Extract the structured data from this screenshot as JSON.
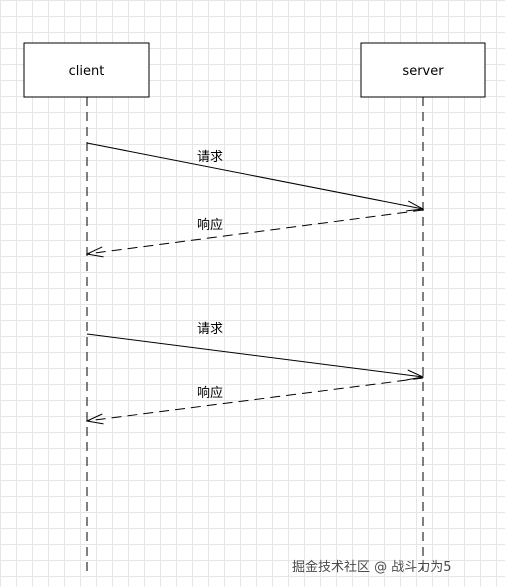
{
  "participants": [
    {
      "id": "client",
      "label": "client"
    },
    {
      "id": "server",
      "label": "server"
    }
  ],
  "messages": [
    {
      "from": "client",
      "to": "server",
      "label": "请求",
      "style": "solid"
    },
    {
      "from": "server",
      "to": "client",
      "label": "响应",
      "style": "dashed"
    },
    {
      "from": "client",
      "to": "server",
      "label": "请求",
      "style": "solid"
    },
    {
      "from": "server",
      "to": "client",
      "label": "响应",
      "style": "dashed"
    }
  ],
  "watermark": "掘金技术社区 @ 战斗力为5"
}
